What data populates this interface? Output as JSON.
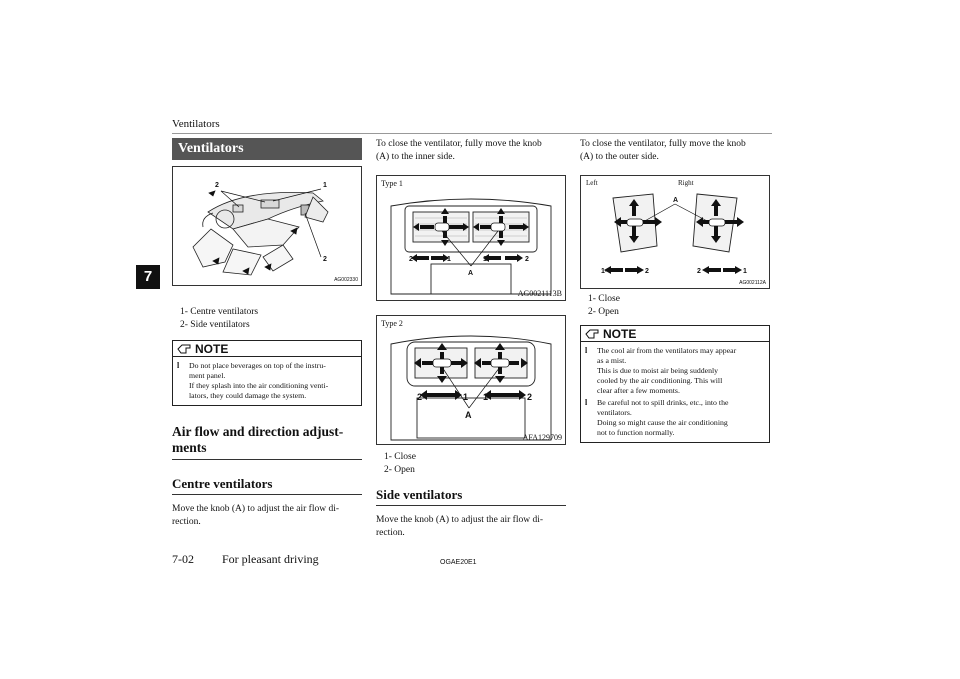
{
  "header": {
    "running_title": "Ventilators",
    "chapter_number": "7"
  },
  "col1": {
    "section_title": "Ventilators",
    "figure1": {
      "code": "AG002330",
      "callouts": [
        "2",
        "1",
        "2"
      ]
    },
    "items": [
      {
        "num": "1-",
        "label": "Centre ventilators"
      },
      {
        "num": "2-",
        "label": "Side ventilators"
      }
    ],
    "note": {
      "title": "NOTE",
      "bullet": "l",
      "lines": [
        "Do not place beverages on top of the instru-",
        "ment panel.",
        "If they splash into the air conditioning venti-",
        "lators, they could damage the system."
      ]
    },
    "heading_airflow": [
      "Air flow and direction adjust-",
      "ments"
    ],
    "heading_centre": "Centre ventilators",
    "centre_text": [
      "Move the knob (A) to adjust the air flow di-",
      "rection."
    ]
  },
  "col2": {
    "intro": [
      "To close the ventilator, fully move the knob",
      "(A) to the inner side."
    ],
    "fig_type1": {
      "label": "Type 1",
      "code": "AG0021113B"
    },
    "fig_type2": {
      "label": "Type 2",
      "code": "AFA129709"
    },
    "vent_labels": {
      "close": "1",
      "open": "2",
      "knob": "A"
    },
    "items": [
      {
        "num": "1-",
        "label": "Close"
      },
      {
        "num": "2-",
        "label": "Open"
      }
    ],
    "heading_side": "Side ventilators",
    "side_text": [
      "Move the knob (A) to adjust the air flow di-",
      "rection."
    ]
  },
  "col3": {
    "intro": [
      "To close the ventilator, fully move the knob",
      "(A) to the outer side."
    ],
    "fig_side": {
      "left_label": "Left",
      "right_label": "Right",
      "code": "AG002112A"
    },
    "items": [
      {
        "num": "1-",
        "label": "Close"
      },
      {
        "num": "2-",
        "label": "Open"
      }
    ],
    "note": {
      "title": "NOTE",
      "bullet": "l",
      "item1": [
        "The cool air from the ventilators may appear",
        "as a mist.",
        "This is due to moist air being suddenly",
        "cooled by the air conditioning. This will",
        "clear after a few moments."
      ],
      "item2": [
        "Be careful not to spill drinks, etc., into the",
        "ventilators.",
        "Doing so might cause the air conditioning",
        "not to function normally."
      ]
    }
  },
  "footer": {
    "page_number": "7-02",
    "chapter_title": "For pleasant driving",
    "doc_code": "OGAE20E1"
  }
}
